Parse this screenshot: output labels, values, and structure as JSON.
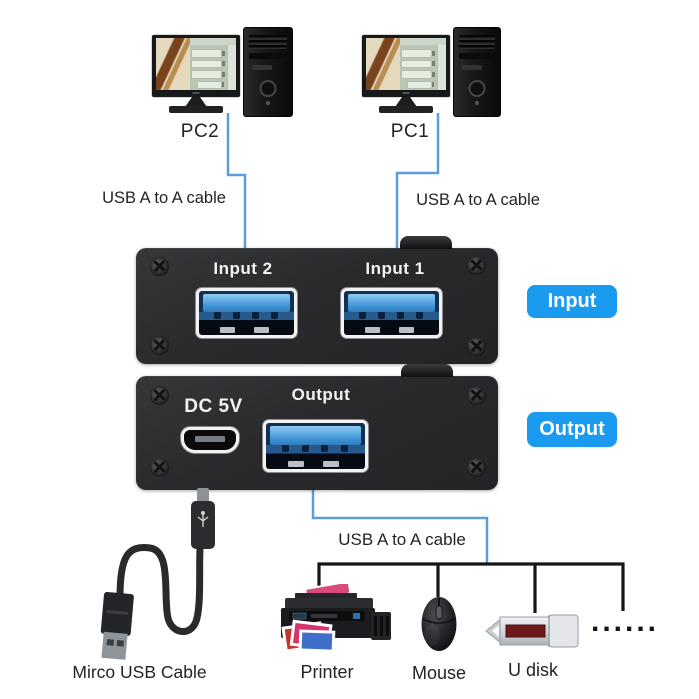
{
  "diagram": {
    "computers": [
      {
        "id": "pc2",
        "label": "PC2",
        "cable_label": "USB A to A cable"
      },
      {
        "id": "pc1",
        "label": "PC1",
        "cable_label": "USB A to A cable"
      }
    ],
    "input_panel": {
      "port_labels": [
        "Input 2",
        "Input 1"
      ],
      "badge": "Input"
    },
    "output_panel": {
      "power_label": "DC 5V",
      "port_label": "Output",
      "badge": "Output"
    },
    "output_cable_label": "USB A to A cable",
    "micro_cable_label": "Mirco USB Cable",
    "devices": [
      {
        "label": "Printer"
      },
      {
        "label": "Mouse"
      },
      {
        "label": "U disk"
      },
      {
        "label": "......"
      }
    ],
    "colors": {
      "badge_blue": "#1b9bf0",
      "cable_line_blue": "#5b9ed8",
      "bracket_line_black": "#161616",
      "panel_black": "#2c2c2f",
      "usb_tongue_blue": "#4296d8",
      "udisk_label_red": "#6e1a1a"
    }
  }
}
